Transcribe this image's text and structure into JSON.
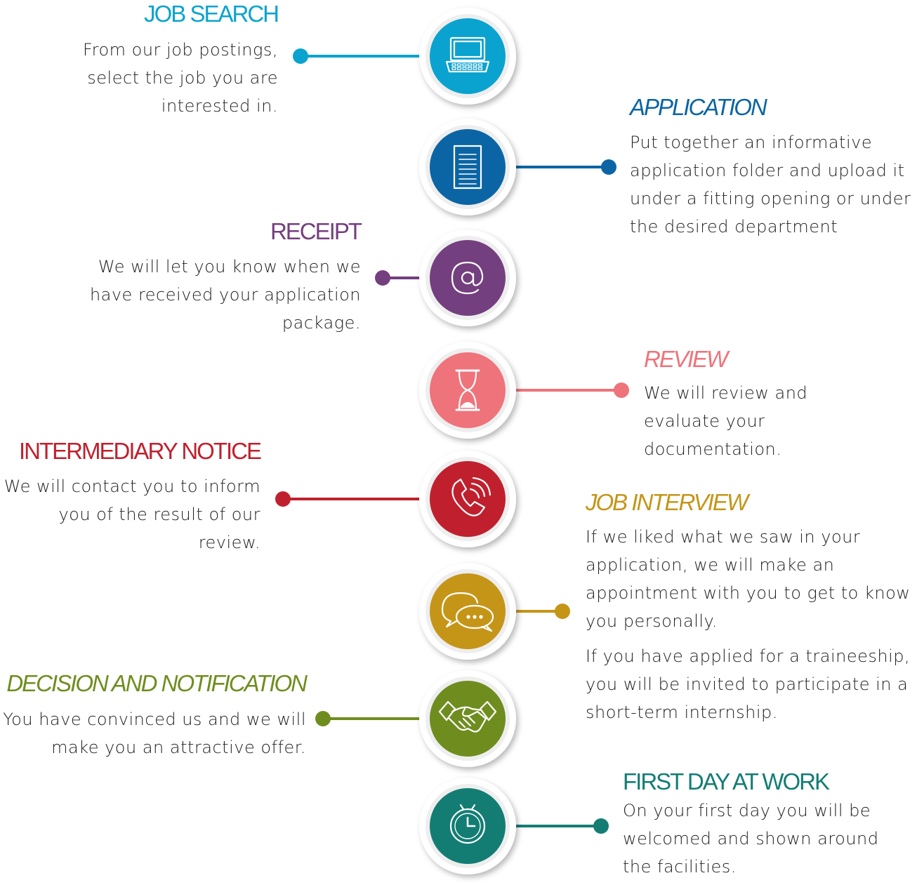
{
  "steps": [
    {
      "title": "JOB SEARCH",
      "text": [
        "From our job postings, select the job you are interested in."
      ],
      "color": "#0aa3cf",
      "icon": "laptop-icon"
    },
    {
      "title": "APPLICATION",
      "text": [
        "Put together an informative application folder and upload it under a fitting opening or under the desired department"
      ],
      "color": "#0b65a4",
      "icon": "document-icon"
    },
    {
      "title": "RECEIPT",
      "text": [
        "We will let you know when we have received your application package."
      ],
      "color": "#743f7e",
      "icon": "at-sign-icon"
    },
    {
      "title": "REVIEW",
      "text": [
        "We will review and evaluate your documentation."
      ],
      "color": "#ef737b",
      "icon": "hourglass-icon"
    },
    {
      "title": "INTERMEDIARY NOTICE",
      "text": [
        "We will contact you to inform you of the result of our review."
      ],
      "color": "#c0202d",
      "icon": "phone-icon"
    },
    {
      "title": "JOB INTERVIEW",
      "text": [
        "If we liked what we saw in your application, we will make an appointment with you to get to know you personally.",
        "If you have applied for a traineeship, you will be invited to participate in a short-term internship."
      ],
      "color": "#c59518",
      "icon": "chat-bubbles-icon"
    },
    {
      "title": "DECISION AND NOTIFICATION",
      "text": [
        "You have convinced us and we will make you an attractive offer."
      ],
      "color": "#6f8d1f",
      "icon": "handshake-icon"
    },
    {
      "title": "FIRST DAY AT WORK",
      "text": [
        "On your first day you will be welcomed and shown around the facilities."
      ],
      "color": "#137d74",
      "icon": "clock-icon"
    }
  ]
}
